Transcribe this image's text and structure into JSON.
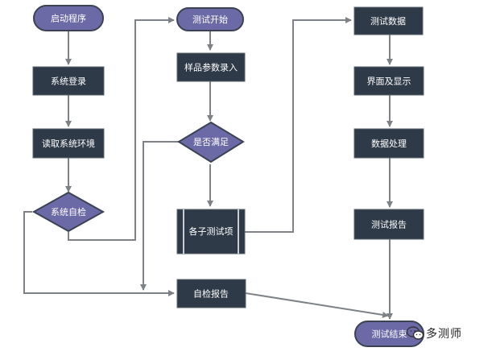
{
  "nodes": {
    "start": "启动程序",
    "login": "系统登录",
    "read_env": "读取系统环境",
    "self_check": "系统自检",
    "test_start": "测试开始",
    "param_input": "样品参数录入",
    "is_satisfied": "是否满足",
    "sub_tests": "各子测试项",
    "self_report": "自检报告",
    "test_data": "测试数据",
    "ui_display": "界面及显示",
    "data_process": "数据处理",
    "test_report": "测试报告",
    "test_end": "测试结束"
  },
  "watermark": {
    "text": "多测师",
    "icon": "wechat-icon"
  },
  "colors": {
    "oval_fill": "#6b6aa6",
    "box_fill": "#2f3a48",
    "line": "#7e8287",
    "outline": "#3b4252"
  }
}
